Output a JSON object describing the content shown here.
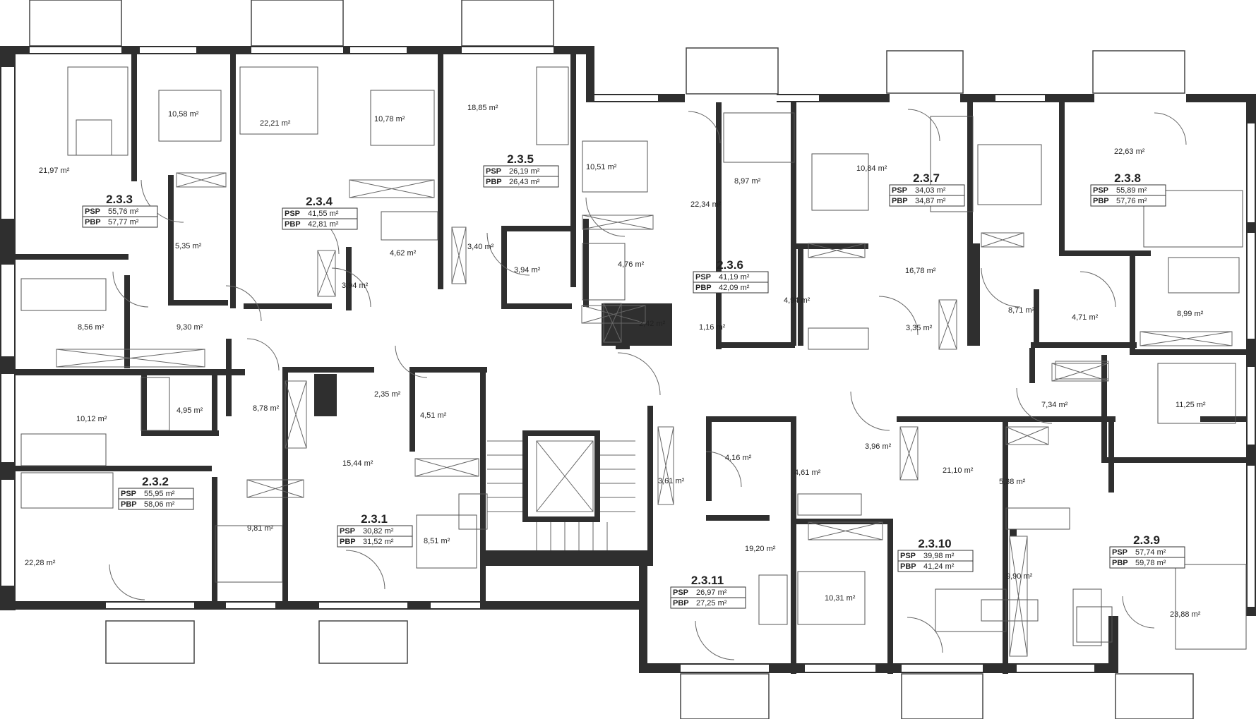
{
  "labels": {
    "psp": "PSP",
    "pbp": "PBP"
  },
  "units": [
    {
      "id": "2.3.3",
      "psp": "55,76 m²",
      "pbp": "57,77 m²"
    },
    {
      "id": "2.3.4",
      "psp": "41,55 m²",
      "pbp": "42,81 m²"
    },
    {
      "id": "2.3.5",
      "psp": "26,19 m²",
      "pbp": "26,43 m²"
    },
    {
      "id": "2.3.6",
      "psp": "41,19 m²",
      "pbp": "42,09 m²"
    },
    {
      "id": "2.3.7",
      "psp": "34,03 m²",
      "pbp": "34,87 m²"
    },
    {
      "id": "2.3.8",
      "psp": "55,89 m²",
      "pbp": "57,76 m²"
    },
    {
      "id": "2.3.2",
      "psp": "55,95 m²",
      "pbp": "58,06 m²"
    },
    {
      "id": "2.3.1",
      "psp": "30,82 m²",
      "pbp": "31,52 m²"
    },
    {
      "id": "2.3.11",
      "psp": "26,97 m²",
      "pbp": "27,25 m²"
    },
    {
      "id": "2.3.10",
      "psp": "39,98 m²",
      "pbp": "41,24 m²"
    },
    {
      "id": "2.3.9",
      "psp": "57,74 m²",
      "pbp": "59,78 m²"
    }
  ],
  "rooms": [
    "21,97 m²",
    "10,58 m²",
    "22,21 m²",
    "10,78 m²",
    "18,85 m²",
    "10,51 m²",
    "22,34 m²",
    "8,97 m²",
    "10,84 m²",
    "22,63 m²",
    "5,35 m²",
    "4,62 m²",
    "3,40 m²",
    "3,94 m²",
    "4,76 m²",
    "3,94 m²",
    "16,78 m²",
    "8,56 m²",
    "9,30 m²",
    "2,42 m²",
    "1,16 m²",
    "4,94 m²",
    "3,35 m²",
    "8,71 m²",
    "4,71 m²",
    "8,99 m²",
    "10,12 m²",
    "4,95 m²",
    "8,78 m²",
    "2,35 m²",
    "4,51 m²",
    "15,44 m²",
    "7,34 m²",
    "11,25 m²",
    "4,16 m²",
    "4,61 m²",
    "3,96 m²",
    "21,10 m²",
    "5,38 m²",
    "3,61 m²",
    "22,28 m²",
    "9,81 m²",
    "8,51 m²",
    "19,20 m²",
    "9,90 m²",
    "10,31 m²",
    "23,88 m²"
  ]
}
